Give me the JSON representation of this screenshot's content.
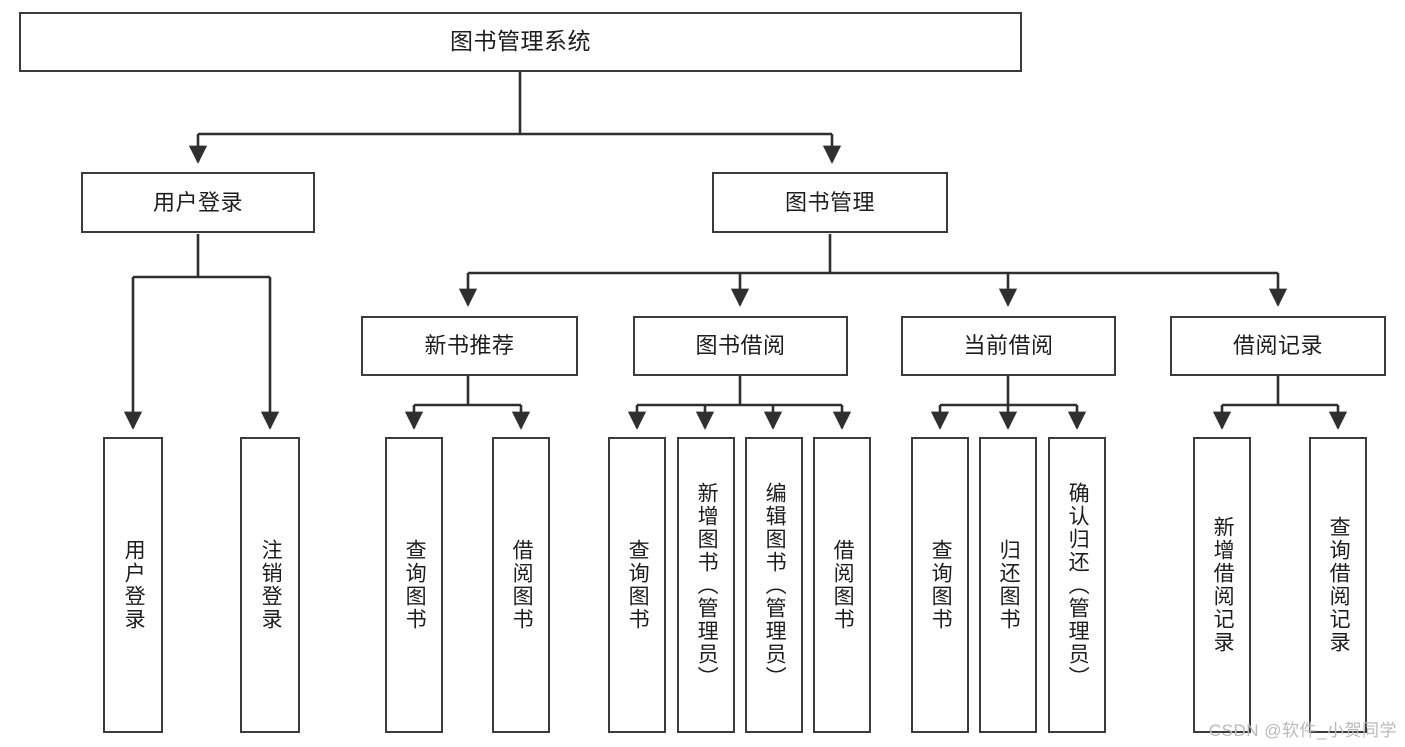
{
  "diagram": {
    "title": "图书管理系统",
    "type": "hierarchy-tree",
    "watermark": "CSDN @软件_小贺同学",
    "colors": {
      "box_border": "#3b3b3b",
      "box_fill": "#ffffff",
      "connector": "#2f2f2f",
      "text": "#1d1d1d",
      "watermark": "#b9b9b9"
    },
    "levels": {
      "level1": [
        {
          "id": "root",
          "label": "图书管理系统"
        }
      ],
      "level2": [
        {
          "id": "user-login",
          "label": "用户登录"
        },
        {
          "id": "book-manage",
          "label": "图书管理"
        }
      ],
      "level3": [
        {
          "id": "new-book-rec",
          "label": "新书推荐"
        },
        {
          "id": "book-borrow",
          "label": "图书借阅"
        },
        {
          "id": "current-borrow",
          "label": "当前借阅"
        },
        {
          "id": "borrow-record",
          "label": "借阅记录"
        }
      ],
      "level4": [
        {
          "id": "leaf-user-login",
          "label": "用户登录",
          "parent": "user-login"
        },
        {
          "id": "leaf-logout",
          "label": "注销登录",
          "parent": "user-login"
        },
        {
          "id": "leaf-query-book-1",
          "label": "查询图书",
          "parent": "new-book-rec"
        },
        {
          "id": "leaf-borrow-book-1",
          "label": "借阅图书",
          "parent": "new-book-rec"
        },
        {
          "id": "leaf-query-book-2",
          "label": "查询图书",
          "parent": "book-borrow"
        },
        {
          "id": "leaf-add-book",
          "label": "新增图书（管理员）",
          "parent": "book-borrow"
        },
        {
          "id": "leaf-edit-book",
          "label": "编辑图书（管理员）",
          "parent": "book-borrow"
        },
        {
          "id": "leaf-borrow-book-2",
          "label": "借阅图书",
          "parent": "book-borrow"
        },
        {
          "id": "leaf-query-book-3",
          "label": "查询图书",
          "parent": "current-borrow"
        },
        {
          "id": "leaf-return-book",
          "label": "归还图书",
          "parent": "current-borrow"
        },
        {
          "id": "leaf-confirm-return",
          "label": "确认归还（管理员）",
          "parent": "current-borrow"
        },
        {
          "id": "leaf-add-record",
          "label": "新增借阅记录",
          "parent": "borrow-record"
        },
        {
          "id": "leaf-query-record",
          "label": "查询借阅记录",
          "parent": "borrow-record"
        }
      ]
    }
  }
}
